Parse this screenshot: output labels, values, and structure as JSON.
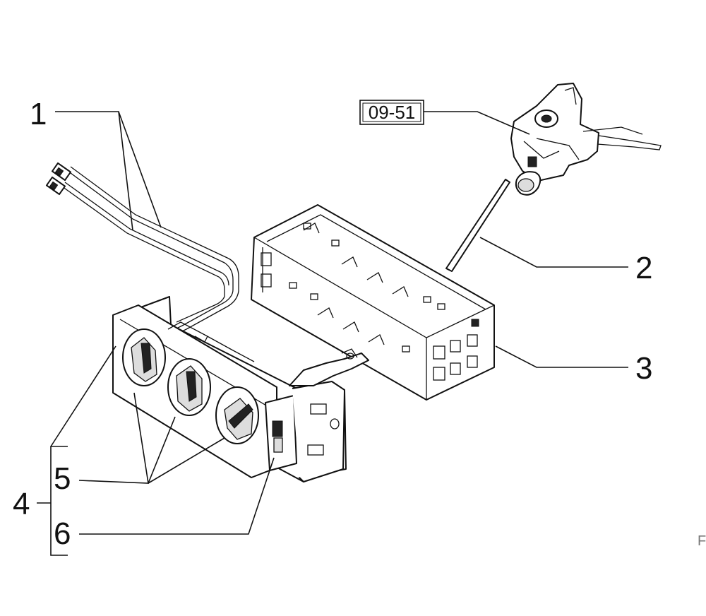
{
  "callouts": {
    "c1": "1",
    "c2": "2",
    "c3": "3",
    "c4": "4",
    "c5": "5",
    "c6": "6"
  },
  "reference_box": "09-51",
  "corner_mark": "F"
}
